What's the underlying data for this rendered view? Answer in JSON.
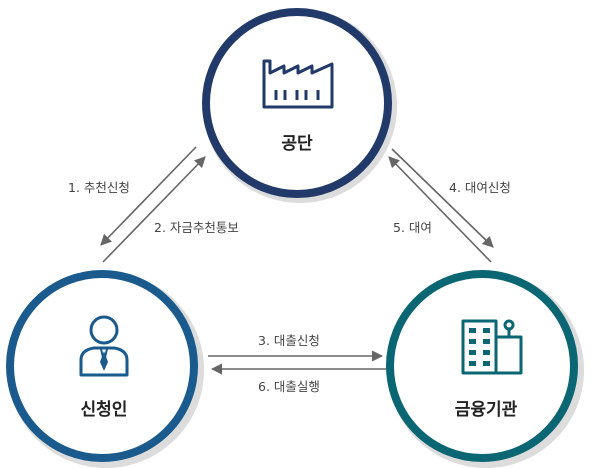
{
  "nodes": {
    "agency": {
      "label": "공단",
      "color": "#213a69",
      "icon": "factory-icon"
    },
    "applicant": {
      "label": "신청인",
      "color": "#1a5a8c",
      "icon": "person-icon"
    },
    "bank": {
      "label": "금융기관",
      "color": "#0b6673",
      "icon": "building-icon"
    }
  },
  "edges": {
    "recommend_request": "1. 추천신청",
    "fund_notice": "2. 자금추천통보",
    "loan_request": "3. 대출신청",
    "loan_application": "4. 대여신청",
    "loan": "5. 대여",
    "loan_execution": "6. 대출실행"
  },
  "colors": {
    "arrow": "#666666",
    "shadow": "#cfcfcf"
  }
}
